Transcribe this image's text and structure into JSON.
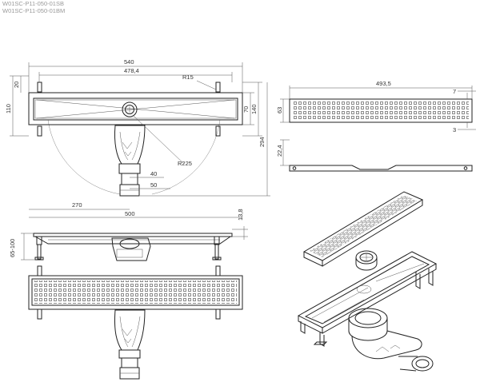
{
  "product_codes": [
    "W01SC-P11-050-01SB",
    "W01SC-P11-050-01BM"
  ],
  "top_view": {
    "overall_width": "540",
    "inner_width": "478,4",
    "flange_height": "20",
    "radius_small": "R15",
    "body_height": "110",
    "inner_height": "70",
    "outer_height": "140",
    "total_depth": "294",
    "radius_large": "R225",
    "outlet_offset_a": "40",
    "outlet_offset_b": "50",
    "outlet_position": "270",
    "channel_length": "500"
  },
  "side_view": {
    "grate_thickness": "13,8",
    "height_range": "65-100"
  },
  "grate_view": {
    "length": "493,5",
    "margin_a": "7",
    "margin_b": "3",
    "width": "63",
    "profile_height": "22,4"
  }
}
